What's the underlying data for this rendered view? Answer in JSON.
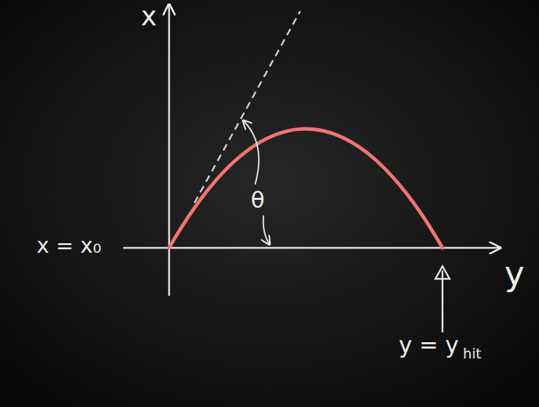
{
  "diagram": {
    "labels": [
      "x",
      "θ",
      "x = x₀",
      "y",
      "y = y",
      "hit"
    ]
  }
}
